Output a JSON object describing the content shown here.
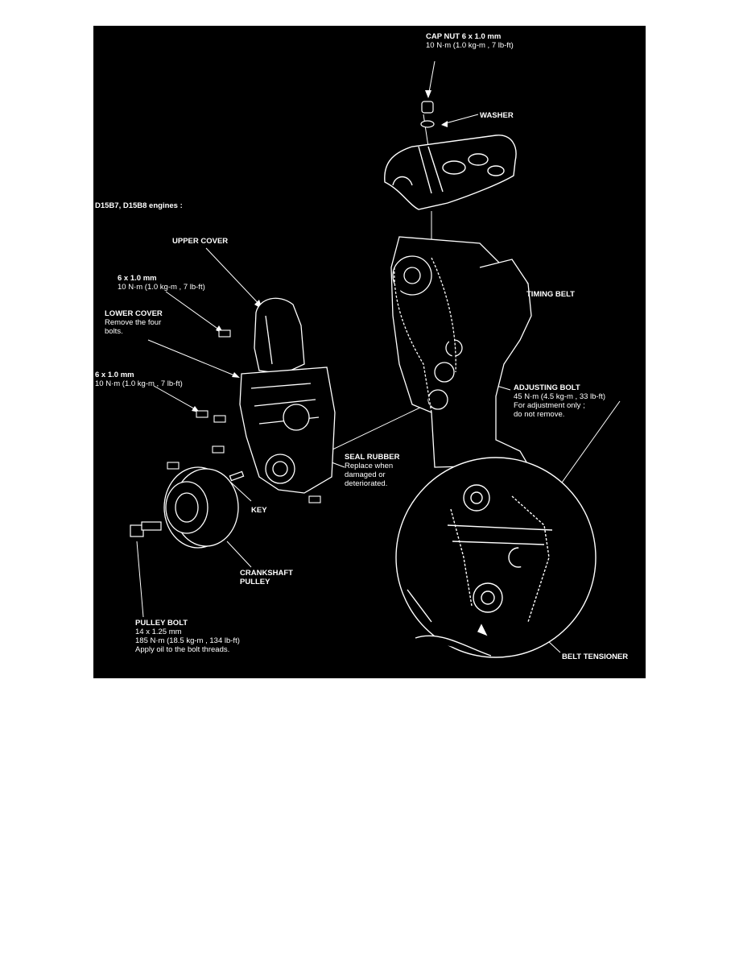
{
  "figure": {
    "engines_heading": "D15B7, D15B8 engines :",
    "labels": {
      "cap_nut": {
        "title": "CAP NUT 6 x 1.0 mm",
        "lines": [
          "10 N·m (1.0 kg-m , 7 lb-ft)"
        ]
      },
      "washer": {
        "title": "WASHER",
        "lines": []
      },
      "upper_cover": {
        "title": "UPPER COVER",
        "lines": []
      },
      "upper_bolt": {
        "title": "6 x 1.0 mm",
        "lines": [
          "10 N·m (1.0 kg-m , 7 lb-ft)"
        ]
      },
      "lower_cover": {
        "title": "LOWER COVER",
        "lines": [
          "Remove the four",
          "bolts."
        ]
      },
      "lower_bolt": {
        "title": "6 x 1.0 mm",
        "lines": [
          "10 N·m (1.0 kg-m , 7 lb-ft)"
        ]
      },
      "timing_belt": {
        "title": "TIMING BELT",
        "lines": []
      },
      "adjusting_bolt": {
        "title": "ADJUSTING BOLT",
        "lines": [
          "45 N·m (4.5 kg-m , 33 lb-ft)",
          "For adjustment only ;",
          "do not remove."
        ]
      },
      "seal_rubber": {
        "title": "SEAL RUBBER",
        "lines": [
          "Replace when",
          "damaged or",
          "deteriorated."
        ]
      },
      "key": {
        "title": "KEY",
        "lines": []
      },
      "crankshaft_pulley": {
        "title": "CRANKSHAFT",
        "lines": [
          "PULLEY"
        ]
      },
      "pulley_bolt": {
        "title": "PULLEY BOLT",
        "lines": [
          "14 x 1.25 mm",
          "185 N·m (18.5 kg-m , 134 lb-ft)",
          "Apply oil to the bolt threads."
        ]
      },
      "belt_tensioner": {
        "title": "BELT TENSIONER",
        "lines": []
      }
    }
  }
}
